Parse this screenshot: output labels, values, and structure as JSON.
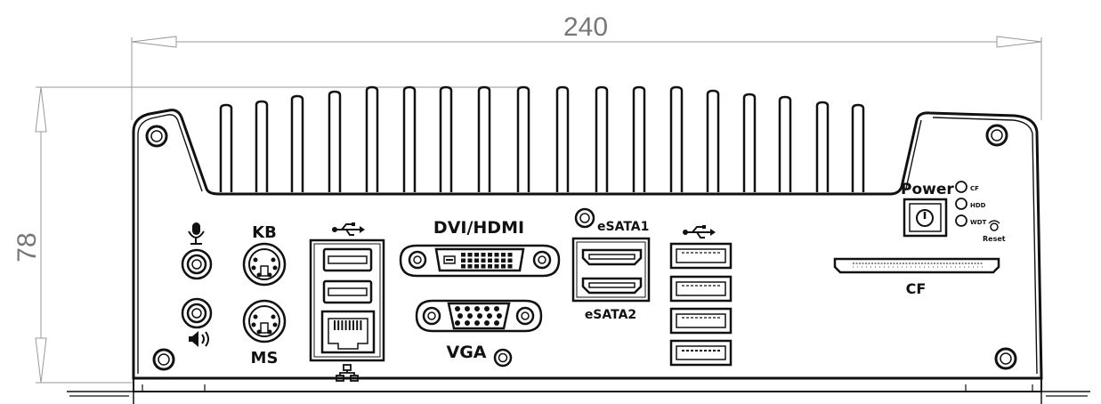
{
  "dimensions": {
    "width": "240",
    "height": "78"
  },
  "labels": {
    "keyboard": "KB",
    "mouse": "MS",
    "dvi_hdmi": "DVI/HDMI",
    "vga": "VGA",
    "esata1": "eSATA1",
    "esata2": "eSATA2",
    "power": "Power",
    "cf": "CF",
    "led_cf": "CF",
    "led_hdd": "HDD",
    "led_wdt": "WDT",
    "reset": "Reset"
  },
  "icons": [
    "microphone-icon",
    "speaker-icon",
    "usb-icon",
    "network-icon",
    "power-button-icon"
  ]
}
